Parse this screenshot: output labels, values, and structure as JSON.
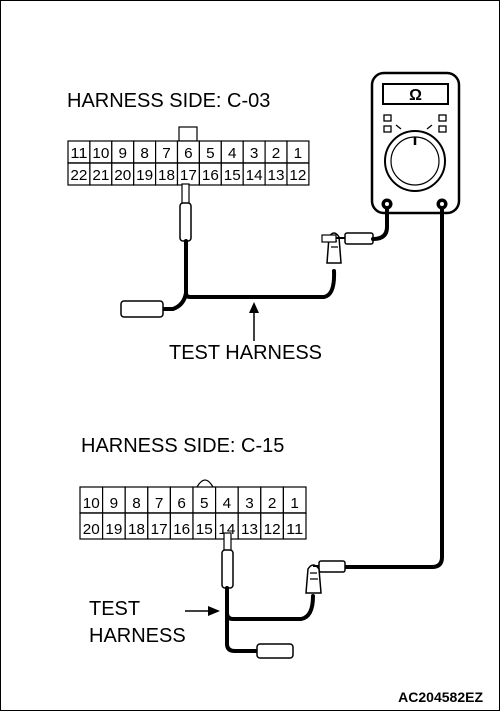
{
  "connector_top": {
    "label": "HARNESS SIDE: C-03",
    "row_top": [
      "11",
      "10",
      "9",
      "8",
      "7",
      "6",
      "5",
      "4",
      "3",
      "2",
      "1"
    ],
    "row_bottom": [
      "22",
      "21",
      "20",
      "19",
      "18",
      "17",
      "16",
      "15",
      "14",
      "13",
      "12"
    ]
  },
  "connector_bottom": {
    "label": "HARNESS SIDE: C-15",
    "row_top": [
      "10",
      "9",
      "8",
      "7",
      "6",
      "5",
      "4",
      "3",
      "2",
      "1"
    ],
    "row_bottom": [
      "20",
      "19",
      "18",
      "17",
      "16",
      "15",
      "14",
      "13",
      "12",
      "11"
    ]
  },
  "meter": {
    "symbol": "Ω"
  },
  "test_harness_top": "TEST HARNESS",
  "test_harness_bottom": {
    "line1": "TEST",
    "line2": "HARNESS"
  },
  "figure_code": "AC204582EZ"
}
